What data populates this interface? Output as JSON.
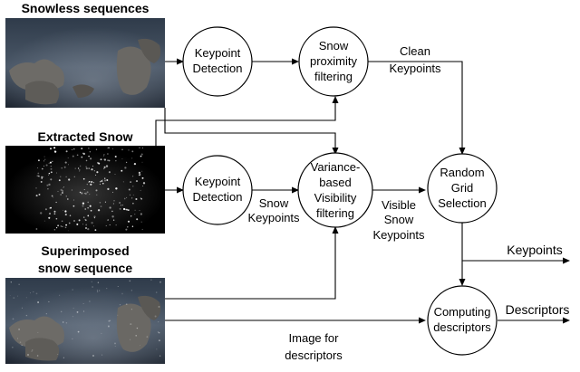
{
  "images": {
    "snowless": {
      "title": "Snowless sequences"
    },
    "extracted": {
      "title": "Extracted Snow"
    },
    "superimposed": {
      "title_line1": "Superimposed",
      "title_line2": "snow sequence"
    }
  },
  "nodes": {
    "keypoint_detection_1": {
      "lines": [
        "Keypoint",
        "Detection"
      ]
    },
    "snow_proximity_filtering": {
      "lines": [
        "Snow",
        "proximity",
        "filtering"
      ]
    },
    "keypoint_detection_2": {
      "lines": [
        "Keypoint",
        "Detection"
      ]
    },
    "variance_visibility_filtering": {
      "lines": [
        "Variance-",
        "based",
        "Visibility",
        "filtering"
      ]
    },
    "random_grid_selection": {
      "lines": [
        "Random",
        "Grid",
        "Selection"
      ]
    },
    "computing_descriptors": {
      "lines": [
        "Computing",
        "descriptors"
      ]
    }
  },
  "edge_labels": {
    "clean_keypoints": [
      "Clean",
      "Keypoints"
    ],
    "snow_keypoints": [
      "Snow",
      "Keypoints"
    ],
    "visible_snow_keypoints": [
      "Visible",
      "Snow",
      "Keypoints"
    ],
    "image_for_descriptors": [
      "Image for",
      "descriptors"
    ]
  },
  "outputs": {
    "keypoints": "Keypoints",
    "descriptors": "Descriptors"
  }
}
